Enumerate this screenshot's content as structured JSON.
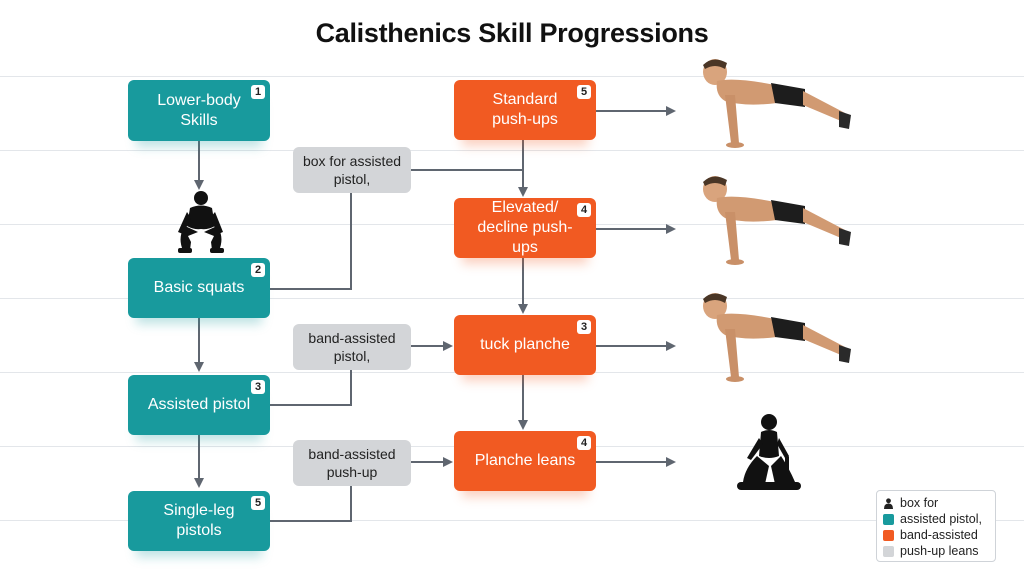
{
  "title": "Calisthenics Skill Progressions",
  "teal_nodes": [
    {
      "label": "Lower-body\nSkills",
      "badge": "1"
    },
    {
      "label": "Basic squats",
      "badge": "2"
    },
    {
      "label": "Assisted pistol",
      "badge": "3"
    },
    {
      "label": "Single-leg pistols",
      "badge": "5"
    }
  ],
  "orange_nodes": [
    {
      "label": "Standard\npush-ups",
      "badge": "5"
    },
    {
      "label": "Elevated/\ndecline push-ups",
      "badge": "4"
    },
    {
      "label": "tuck planche",
      "badge": "3"
    },
    {
      "label": "Planche leans",
      "badge": "4"
    }
  ],
  "gray_nodes": [
    {
      "label": "box for assisted\npistol,"
    },
    {
      "label": "band-assisted\npistol,"
    },
    {
      "label": "band-assisted\npush-up"
    }
  ],
  "legend": [
    {
      "label": "box for",
      "color": "#222222",
      "icon": "person-icon"
    },
    {
      "label": "assisted pistol,",
      "color": "#189a9d"
    },
    {
      "label": "band-assisted",
      "color": "#f15a22"
    },
    {
      "label": "push-up leans",
      "color": "#d3d5d8"
    }
  ],
  "colors": {
    "teal": "#189a9d",
    "orange": "#f15a22",
    "gray": "#d3d5d8",
    "connector": "#5f6670"
  },
  "figures": [
    "push-up-figure",
    "push-up-figure",
    "push-up-figure",
    "kneeling-figure"
  ]
}
